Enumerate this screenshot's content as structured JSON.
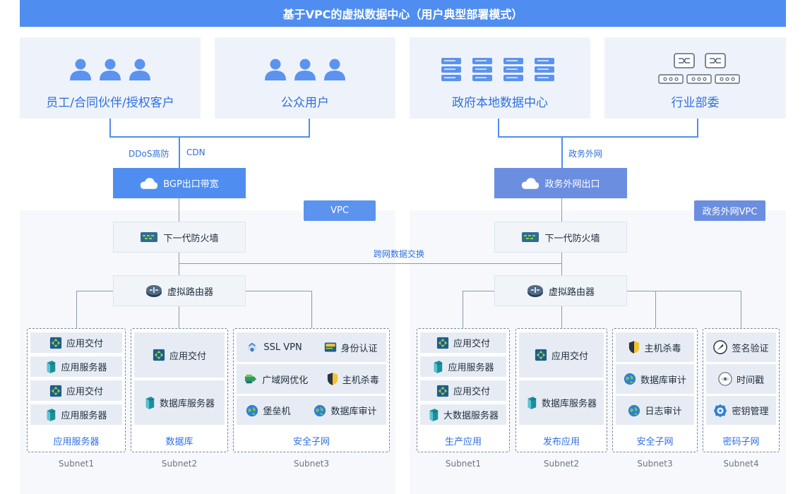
{
  "title": "基于VPC的虚拟数据中心（用户典型部署模式）",
  "top_cards": [
    {
      "label": "员工/合同伙伴/授权客户",
      "icon": "user-group-icon"
    },
    {
      "label": "公众用户",
      "icon": "user-group-icon"
    },
    {
      "label": "政府本地数据中心",
      "icon": "database-icon"
    },
    {
      "label": "行业部委",
      "icon": "network-switch-icon"
    }
  ],
  "edge_labels": {
    "ddos": "DDoS高防",
    "cdn": "CDN",
    "gov_ext": "政务外网",
    "cross": "跨网数据交换"
  },
  "left": {
    "exit": "BGP出口带宽",
    "vpc_tag": "VPC",
    "firewall": "下一代防火墙",
    "router": "虚拟路由器",
    "groups": [
      {
        "name": "应用服务器",
        "subnet": "Subnet1",
        "items": [
          "应用交付",
          "应用服务器",
          "应用交付",
          "应用服务器"
        ]
      },
      {
        "name": "数据库",
        "subnet": "Subnet2",
        "items": [
          "应用交付",
          "数据库服务器"
        ]
      },
      {
        "name": "安全子网",
        "subnet": "Subnet3",
        "items": [
          "SSL VPN",
          "身份认证",
          "广域网优化",
          "主机杀毒",
          "堡垒机",
          "数据库审计"
        ]
      }
    ]
  },
  "right": {
    "exit": "政务外网出口",
    "vpc_tag": "政务外网VPC",
    "firewall": "下一代防火墙",
    "router": "虚拟路由器",
    "groups": [
      {
        "name": "生产应用",
        "subnet": "Subnet1",
        "items": [
          "应用交付",
          "应用服务器",
          "应用交付",
          "大数据服务器"
        ]
      },
      {
        "name": "发布应用",
        "subnet": "Subnet2",
        "items": [
          "应用交付",
          "数据库服务器"
        ]
      },
      {
        "name": "安全子网",
        "subnet": "Subnet3",
        "items": [
          "主机杀毒",
          "数据库审计",
          "日志审计"
        ]
      },
      {
        "name": "密码子网",
        "subnet": "Subnet4",
        "items": [
          "签名验证",
          "时间戳",
          "密钥管理"
        ]
      }
    ]
  },
  "colors": {
    "primary": "#4f8ef0",
    "gov_exit": "#6b8ee0",
    "text_blue": "#2f6fe0",
    "card_bg": "#eef3fb"
  }
}
